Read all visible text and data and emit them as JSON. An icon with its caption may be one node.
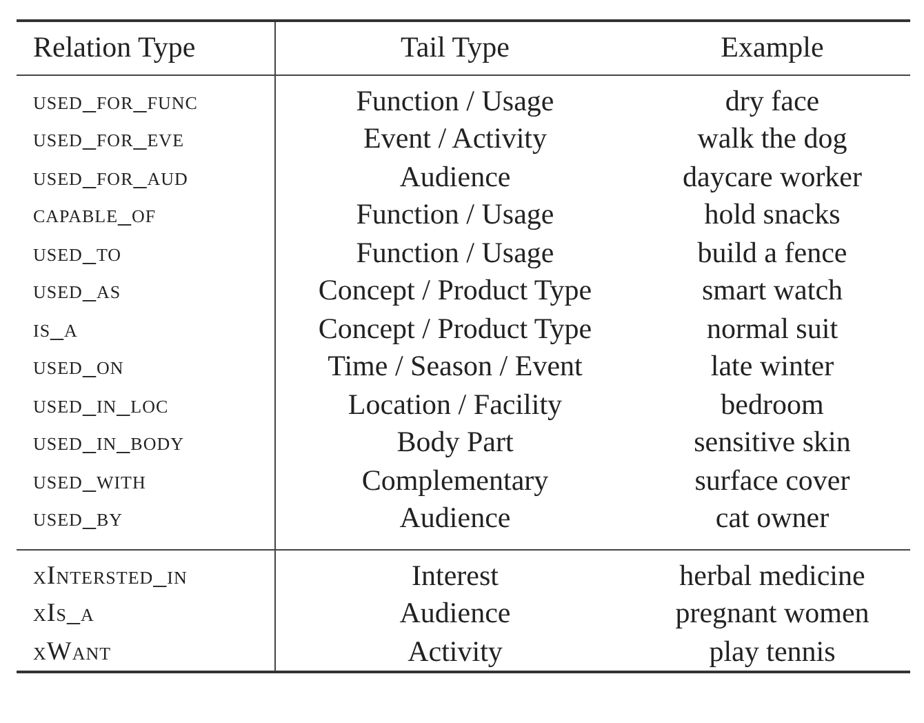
{
  "diagram": {
    "labels": [
      "Relation Type",
      "Tail Type",
      "Example",
      "used_for_func",
      "Function / Usage",
      "dry face",
      "used_for_eve",
      "Event / Activity",
      "walk the dog",
      "used_for_aud",
      "Audience",
      "daycare worker",
      "capable_of",
      "Function / Usage",
      "hold snacks",
      "used_to",
      "Function / Usage",
      "build a fence",
      "used_as",
      "Concept / Product Type",
      "smart watch",
      "is_a",
      "Concept / Product Type",
      "normal suit",
      "used_on",
      "Time / Season / Event",
      "late winter",
      "used_in_loc",
      "Location / Facility",
      "bedroom",
      "used_in_body",
      "Body Part",
      "sensitive skin",
      "used_with",
      "Complementary",
      "surface cover",
      "used_by",
      "Audience",
      "cat owner",
      "xIntersted_in",
      "Interest",
      "herbal medicine",
      "xIs_a",
      "Audience",
      "pregnant women",
      "xWant",
      "Activity",
      "play tennis"
    ]
  }
}
